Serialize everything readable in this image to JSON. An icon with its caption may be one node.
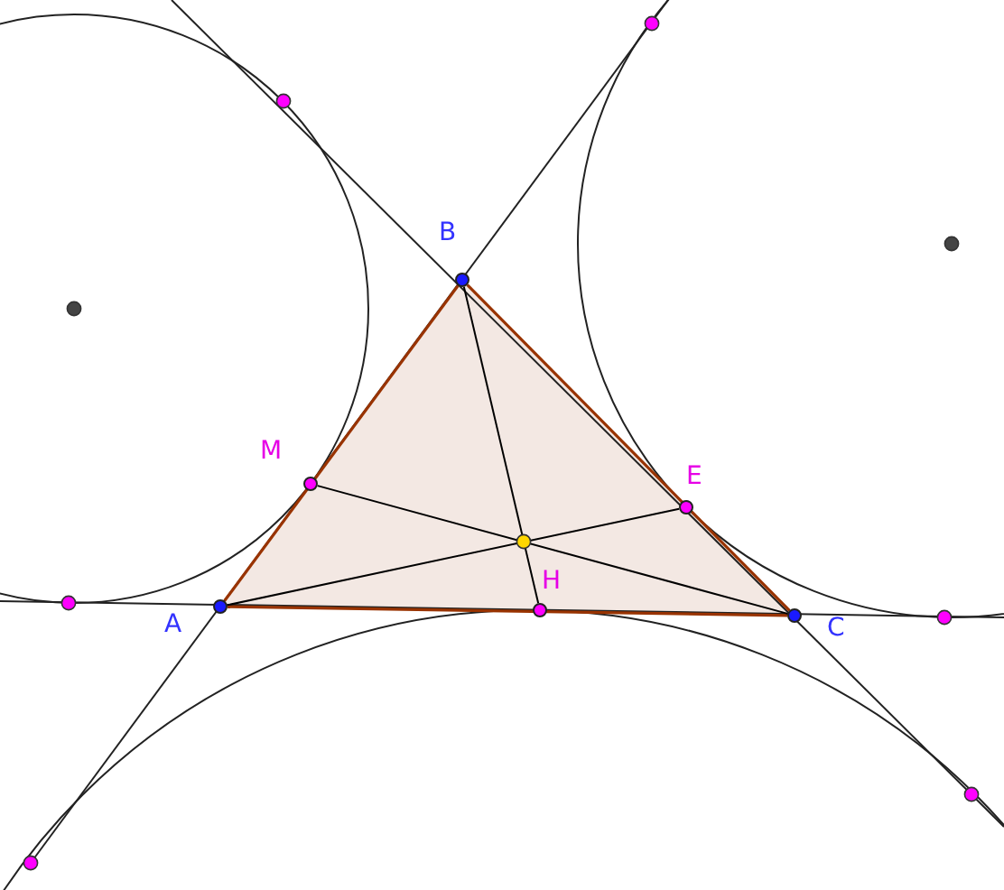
{
  "diagram": {
    "nodes": [
      {
        "text": [
          "A"
        ]
      },
      {
        "text": [
          "B"
        ]
      },
      {
        "text": [
          "C"
        ]
      },
      {
        "text": [
          "M"
        ]
      },
      {
        "text": [
          "E"
        ]
      },
      {
        "text": [
          "H"
        ]
      }
    ],
    "edges": [
      {
        "from": 0,
        "to": 1,
        "arrow": "none",
        "color": "#993300"
      },
      {
        "from": 1,
        "to": 2,
        "arrow": "none",
        "color": "#993300"
      },
      {
        "from": 2,
        "to": 0,
        "arrow": "none",
        "color": "#993300"
      },
      {
        "from": 0,
        "to": 4,
        "arrow": "none",
        "color": "#000000"
      },
      {
        "from": 1,
        "to": 5,
        "arrow": "none",
        "color": "#000000"
      },
      {
        "from": 2,
        "to": 3,
        "arrow": "none",
        "color": "#000000"
      }
    ]
  }
}
